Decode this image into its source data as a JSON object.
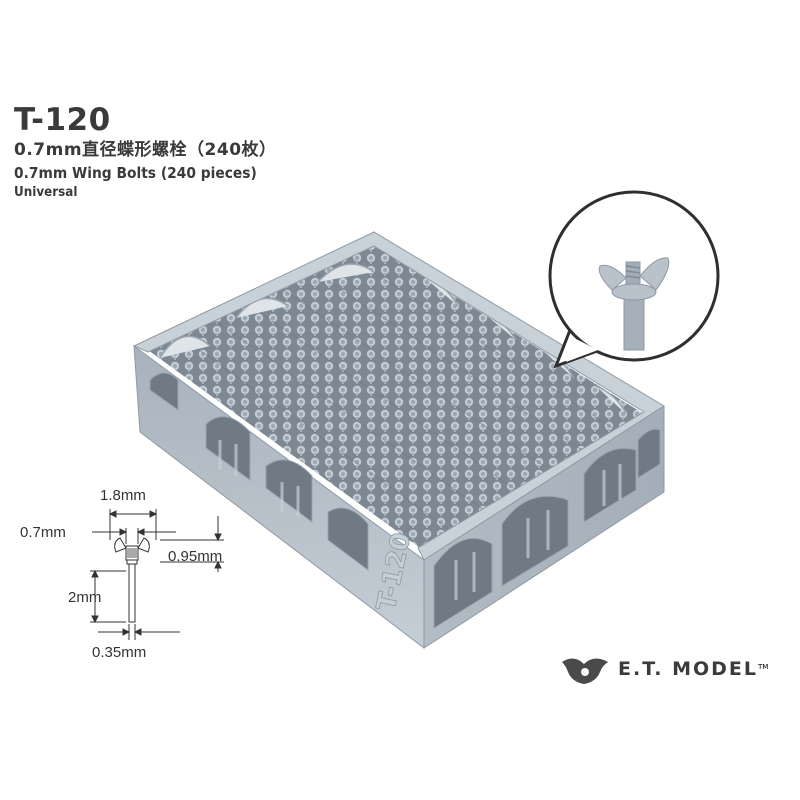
{
  "product": {
    "code": "T-120",
    "title_cn": "0.7mm直径蝶形螺栓（240枚）",
    "title_en": "0.7mm Wing Bolts (240 pieces)",
    "subtitle": "Universal"
  },
  "frame_label": "T-120",
  "dimensions": {
    "width_top": "1.8mm",
    "thread_dia": "0.7mm",
    "head_height": "0.95mm",
    "shank_length": "2mm",
    "shank_dia": "0.35mm"
  },
  "brand": {
    "name": "E.T. MODEL",
    "tm": "TM"
  },
  "colors": {
    "part_gray": "#b9c2cb",
    "part_dark": "#8e99a4",
    "text": "#3a3a3a"
  },
  "icons": [
    "wing-bolt-callout-icon",
    "et-model-logo-icon"
  ]
}
